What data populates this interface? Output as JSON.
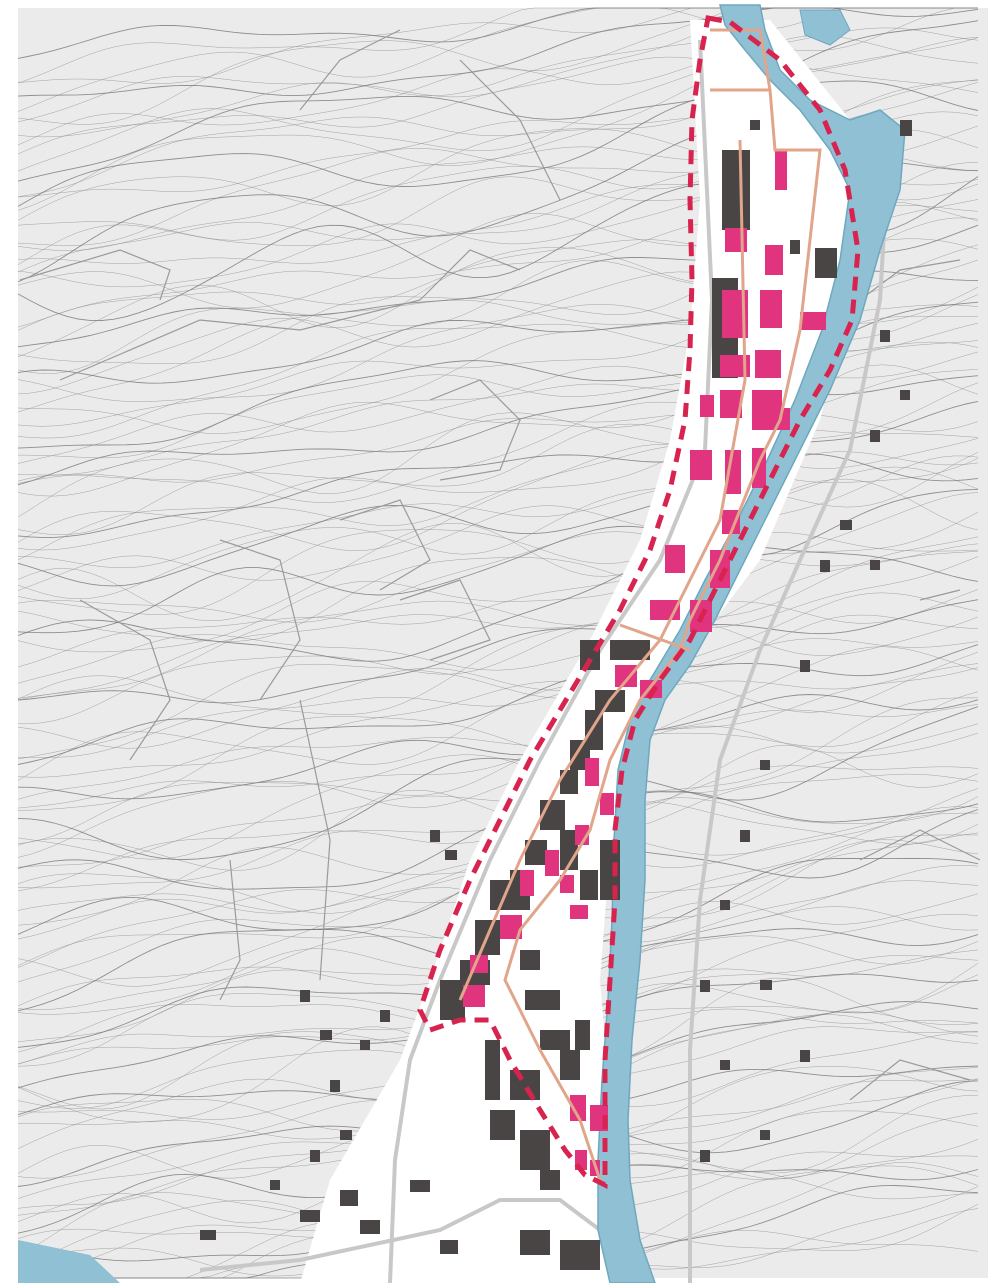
{
  "map": {
    "colors": {
      "background": "#ffffff",
      "terrain": "#ebebeb",
      "contour": "#8a8a8a",
      "contour_dense": "#6f6f6f",
      "parcel_line": "#9a9a9a",
      "river": "#8fc0d4",
      "river_edge": "#6ea8bf",
      "building_existing": "#4a4545",
      "building_proposed": "#e0347f",
      "zone_boundary": "#d8234f",
      "subzone_outline": "#e0a58a",
      "road": "#c8c8c8"
    },
    "icons": {
      "zone_boundary": "dashed-boundary-line",
      "existing_buildings": "dark-footprint",
      "proposed_buildings": "magenta-footprint",
      "river": "river-channel",
      "terrain": "contour-lines"
    },
    "layers": [
      "terrain-contours",
      "river",
      "roads",
      "existing-buildings",
      "proposed-buildings",
      "subzone-outlines",
      "study-zone-boundary"
    ]
  }
}
